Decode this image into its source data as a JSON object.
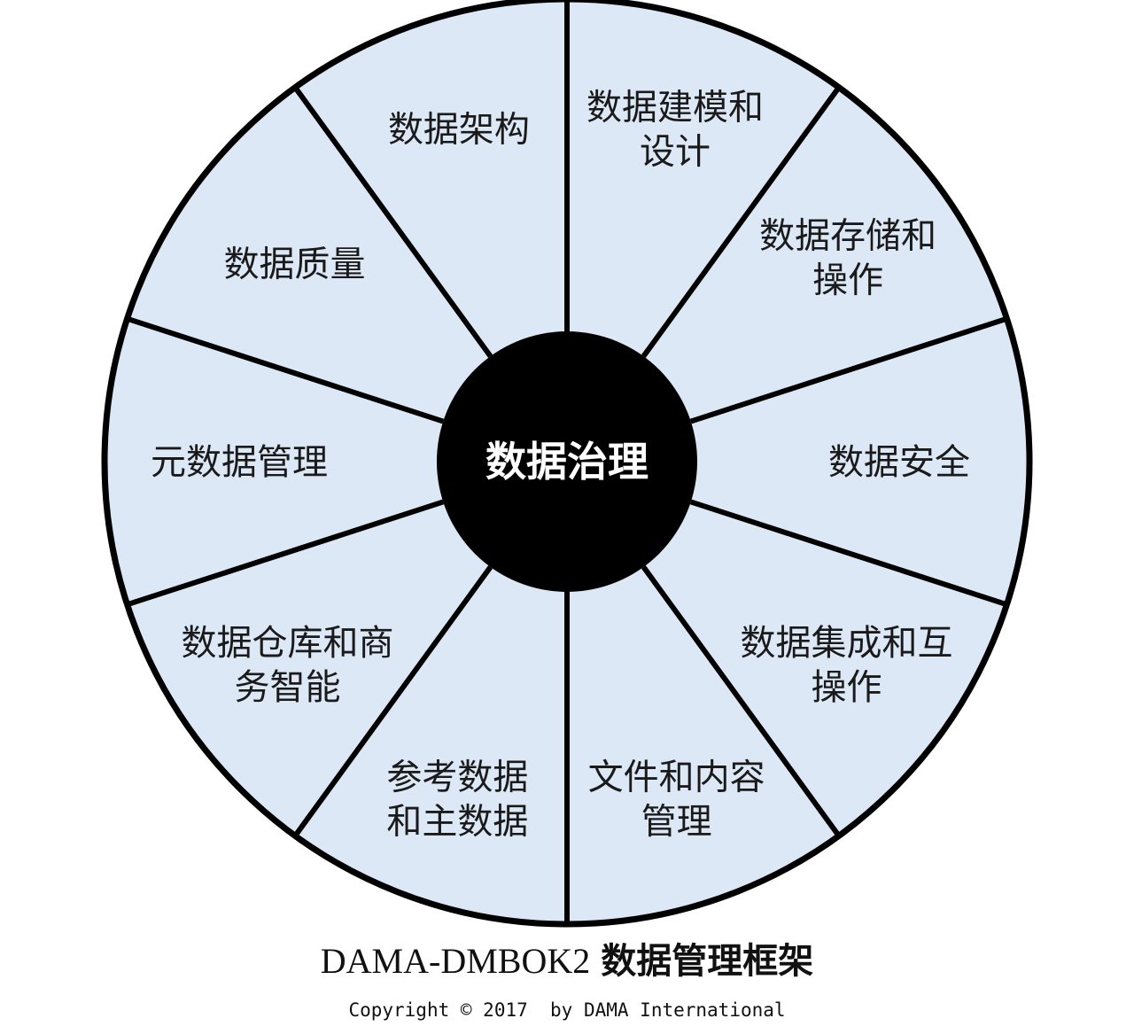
{
  "diagram": {
    "center_label": "数据治理",
    "segments": [
      {
        "lines": [
          "数据建模和",
          "设计"
        ]
      },
      {
        "lines": [
          "数据存储和",
          "操作"
        ]
      },
      {
        "lines": [
          "数据安全"
        ]
      },
      {
        "lines": [
          "数据集成和互",
          "操作"
        ]
      },
      {
        "lines": [
          "文件和内容",
          "管理"
        ]
      },
      {
        "lines": [
          "参考数据",
          "和主数据"
        ]
      },
      {
        "lines": [
          "数据仓库和商",
          "务智能"
        ]
      },
      {
        "lines": [
          "元数据管理"
        ]
      },
      {
        "lines": [
          "数据质量"
        ]
      },
      {
        "lines": [
          "数据架构"
        ]
      }
    ],
    "colors": {
      "segment_fill": "#dce8f5",
      "outline": "#000000",
      "center_fill": "#000000",
      "center_text": "#ffffff"
    }
  },
  "footer": {
    "title_en": "DAMA-DMBOK2",
    "title_cn": "数据管理框架",
    "copyright": "Copyright © 2017  by DAMA International"
  }
}
